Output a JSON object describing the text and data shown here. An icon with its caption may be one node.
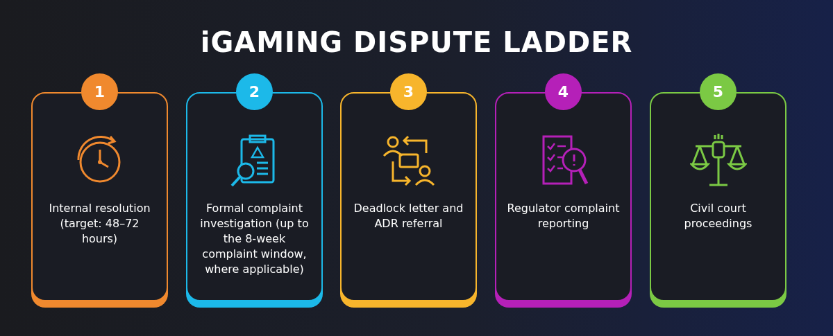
{
  "diagram": {
    "title": "iGAMING DISPUTE LADDER",
    "nodes": [
      {
        "text": [
          "1",
          "Internal resolution (target: 48–72 hours)"
        ]
      },
      {
        "text": [
          "2",
          "Formal complaint investigation (up to the 8-week complaint window, where applicable)"
        ]
      },
      {
        "text": [
          "3",
          "Deadlock letter and ADR referral"
        ]
      },
      {
        "text": [
          "4",
          "Regulator complaint reporting"
        ]
      },
      {
        "text": [
          "5",
          "Civil court proceedings"
        ]
      }
    ],
    "edges": []
  }
}
